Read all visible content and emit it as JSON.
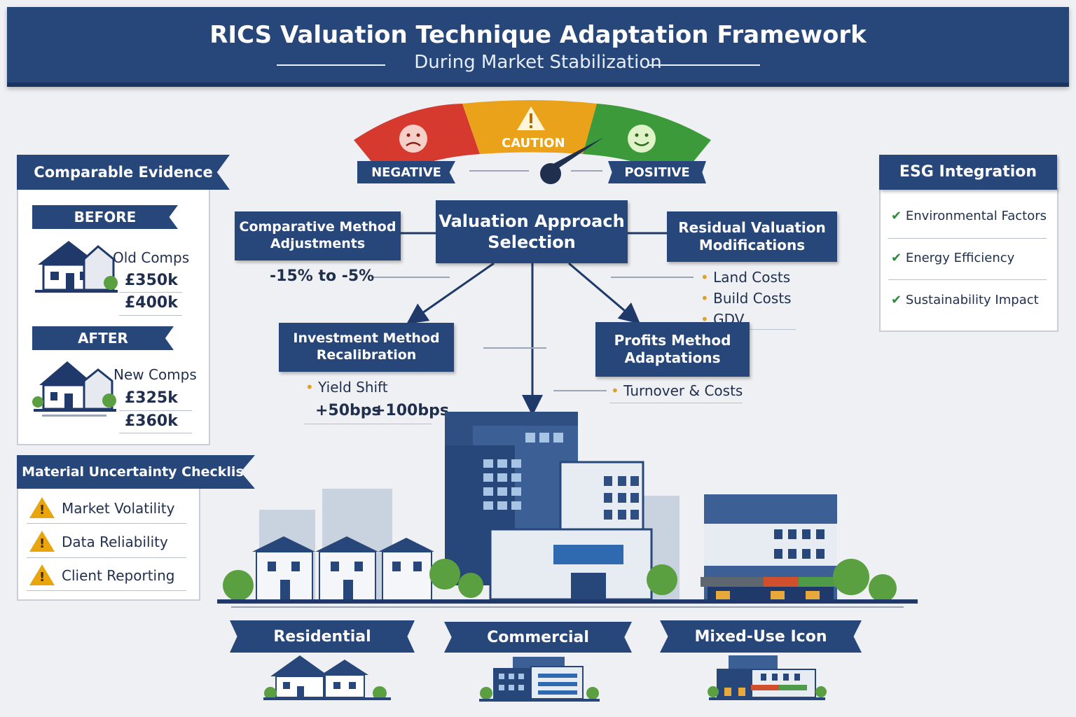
{
  "header": {
    "title": "RICS Valuation Technique Adaptation Framework",
    "subtitle": "During Market Stabilization"
  },
  "gauge": {
    "caution_label": "CAUTION",
    "negative_label": "NEGATIVE",
    "positive_label": "POSITIVE",
    "colors": {
      "negative": "#d63a2e",
      "caution": "#e9a21a",
      "positive": "#3c9a3a"
    }
  },
  "center": {
    "label": "Valuation Approach Selection"
  },
  "comparative": {
    "label": "Comparative Method Adjustments",
    "range": "-15% to -5%"
  },
  "residual": {
    "label": "Residual Valuation Modifications",
    "items": [
      "Land Costs",
      "Build Costs",
      "GDV"
    ]
  },
  "investment": {
    "label": "Investment Method Recalibration",
    "item": "Yield Shift",
    "values": [
      "+50bps",
      "+100bps"
    ]
  },
  "profits": {
    "label": "Profits Method Adaptations",
    "item": "Turnover & Costs"
  },
  "comparable_evidence": {
    "title": "Comparable Evidence",
    "before": {
      "label": "BEFORE",
      "heading": "Old Comps",
      "values": [
        "£350k",
        "£400k"
      ]
    },
    "after": {
      "label": "AFTER",
      "heading": "New Comps",
      "values": [
        "£325k",
        "£360k"
      ]
    }
  },
  "checklist": {
    "title": "Material Uncertainty Checklist",
    "items": [
      "Market Volatility",
      "Data Reliability",
      "Client Reporting"
    ]
  },
  "esg": {
    "title": "ESG Integration",
    "items": [
      "Environmental Factors",
      "Energy Efficiency",
      "Sustainability Impact"
    ]
  },
  "sectors": [
    "Residential",
    "Commercial",
    "Mixed-Use Icon"
  ],
  "colors": {
    "navy": "#27477a",
    "accent_orange": "#e0a020",
    "check_green": "#2e8b3a"
  }
}
